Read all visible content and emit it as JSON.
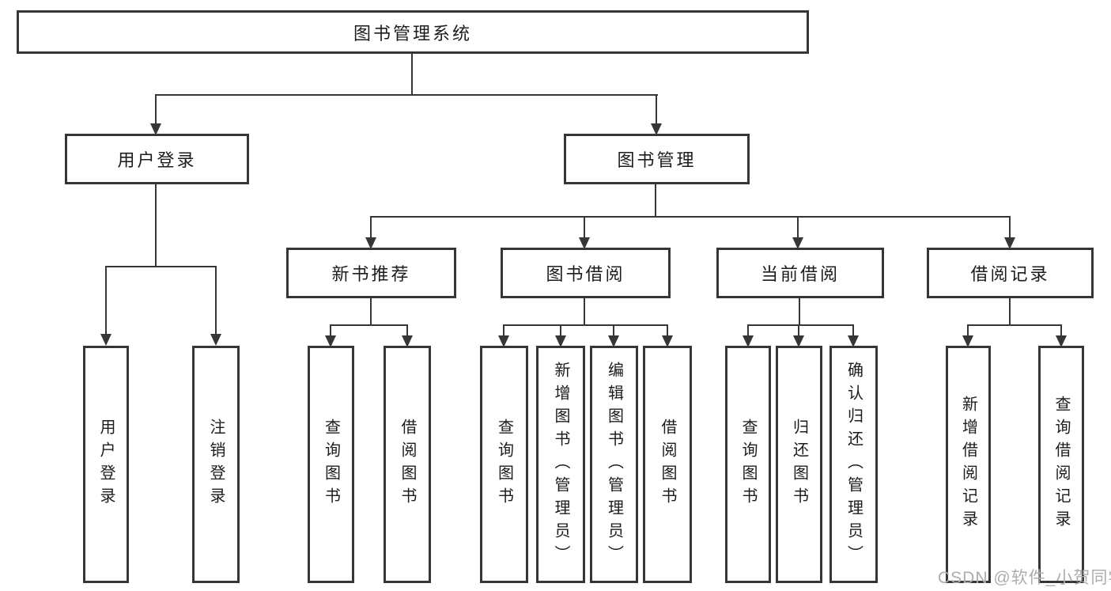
{
  "diagram": {
    "root": {
      "label": "图书管理系统"
    },
    "user_login": {
      "label": "用户登录",
      "leaves": [
        {
          "label": "用户登录"
        },
        {
          "label": "注销登录"
        }
      ]
    },
    "book_mgmt": {
      "label": "图书管理",
      "groups": [
        {
          "label": "新书推荐",
          "leaves": [
            {
              "label": "查询图书"
            },
            {
              "label": "借阅图书"
            }
          ]
        },
        {
          "label": "图书借阅",
          "leaves": [
            {
              "label": "查询图书"
            },
            {
              "label": "新增图书（管理员）"
            },
            {
              "label": "编辑图书（管理员）"
            },
            {
              "label": "借阅图书"
            }
          ]
        },
        {
          "label": "当前借阅",
          "leaves": [
            {
              "label": "查询图书"
            },
            {
              "label": "归还图书"
            },
            {
              "label": "确认归还（管理员）"
            }
          ]
        },
        {
          "label": "借阅记录",
          "leaves": [
            {
              "label": "新增借阅记录"
            },
            {
              "label": "查询借阅记录"
            }
          ]
        }
      ]
    }
  },
  "watermark": {
    "text": "CSDN @软件_小贺同学"
  },
  "colors": {
    "line": "#363636",
    "text": "#1c1c1c",
    "watermark": "#adadad",
    "background": "#ffffff"
  }
}
